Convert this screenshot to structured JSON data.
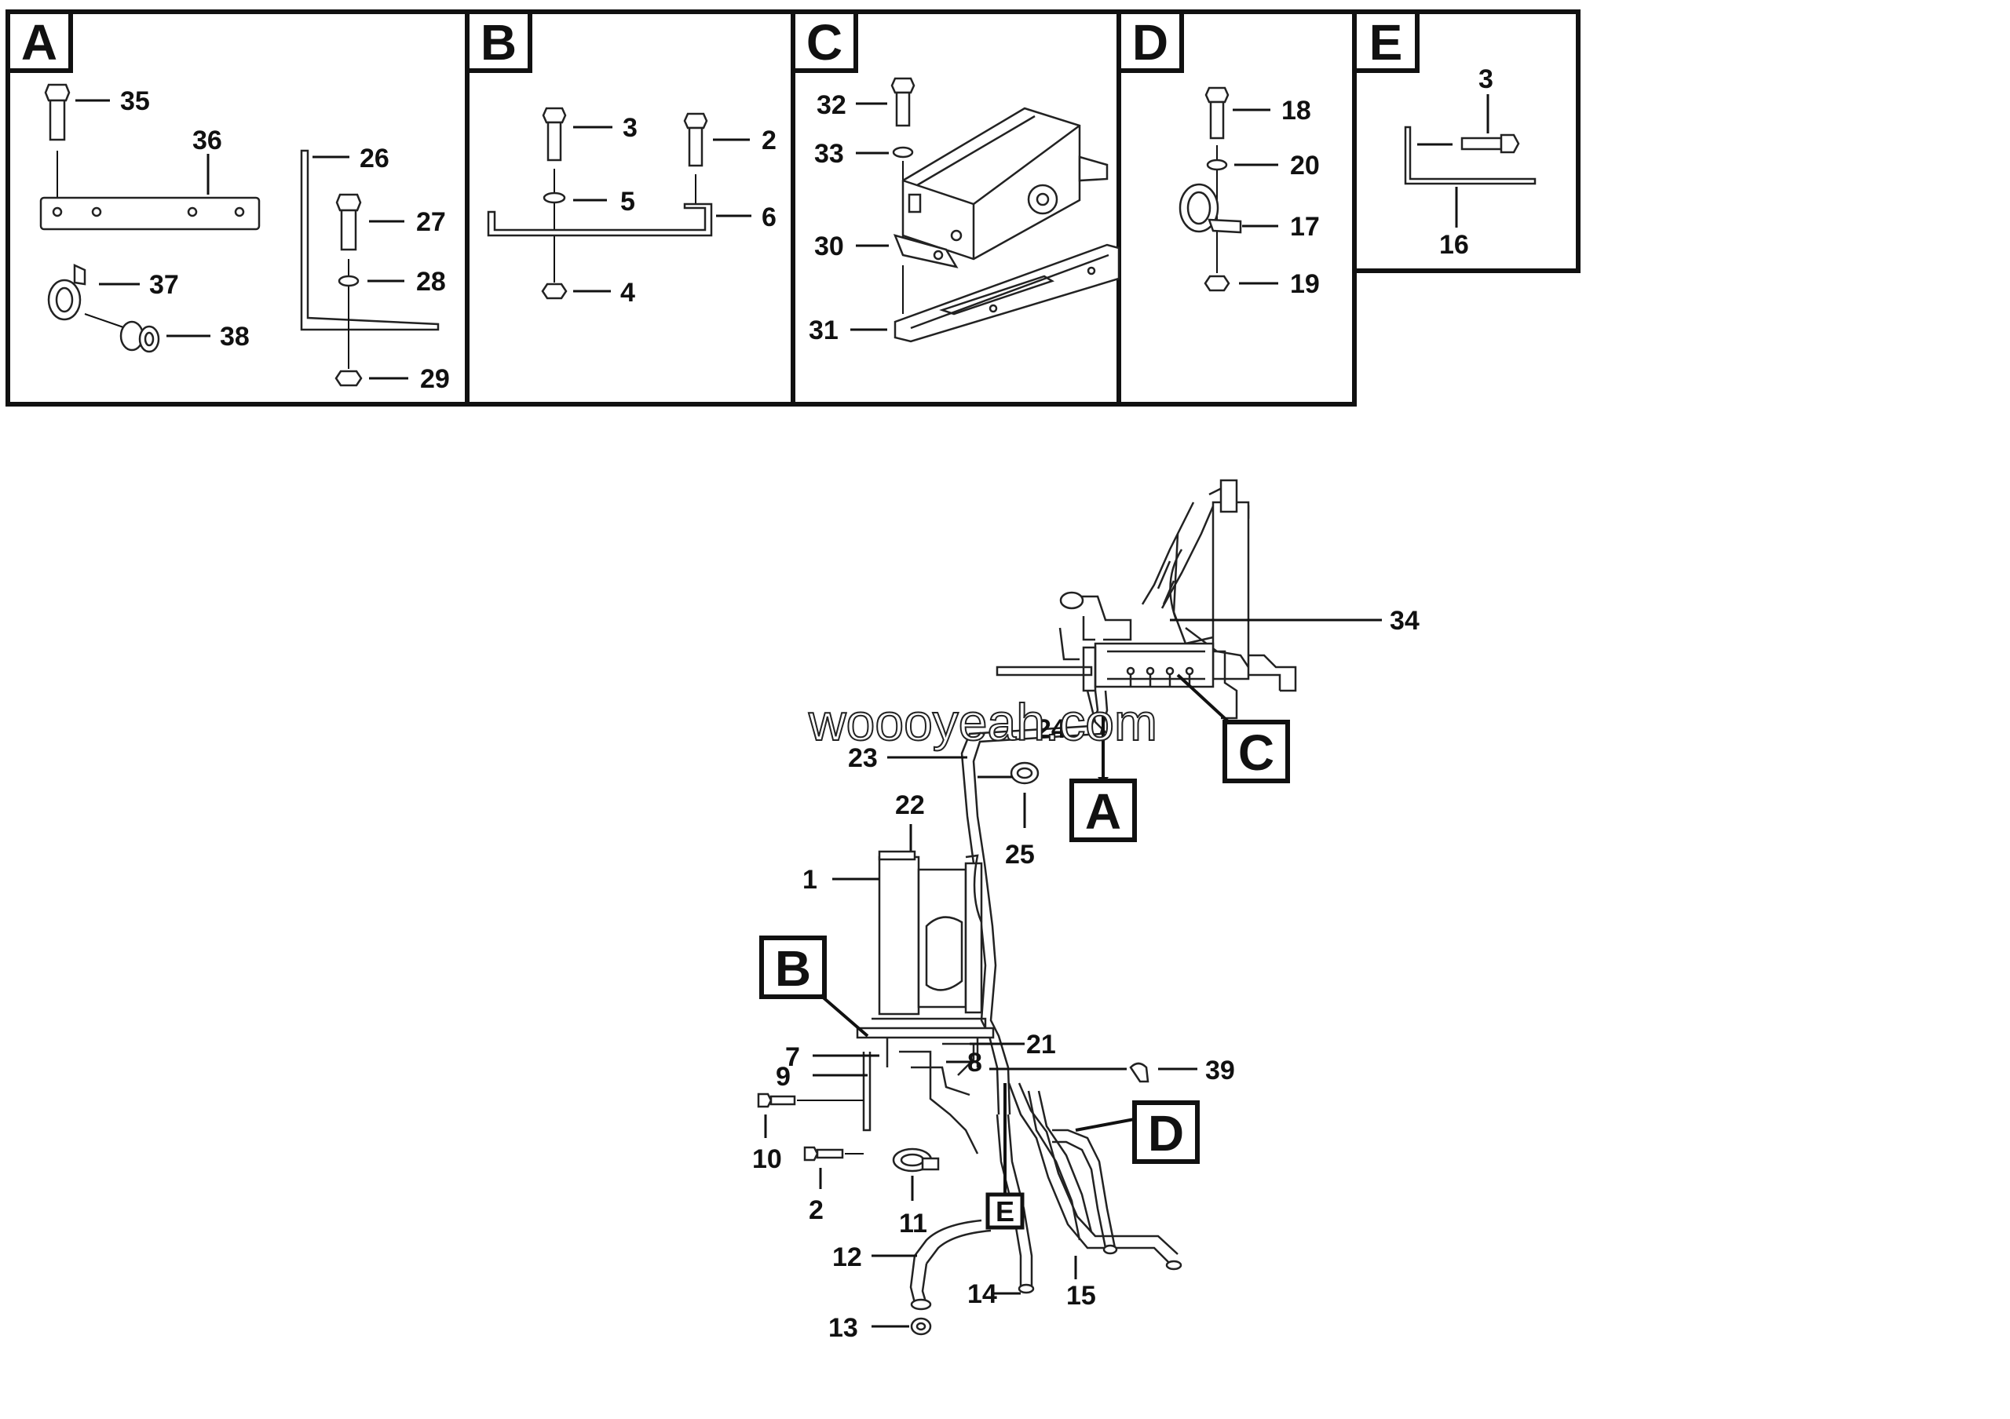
{
  "panels": [
    {
      "id": "A",
      "label": "A"
    },
    {
      "id": "B",
      "label": "B"
    },
    {
      "id": "C",
      "label": "C"
    },
    {
      "id": "D",
      "label": "D"
    },
    {
      "id": "E",
      "label": "E"
    }
  ],
  "watermark": "woooyeah.com",
  "detail_A": {
    "items": [
      "35",
      "36",
      "26",
      "27",
      "28",
      "37",
      "38",
      "29"
    ],
    "parts": [
      "bolt",
      "flat-bar",
      "angle-bracket",
      "bolt",
      "washer",
      "p-clamp",
      "grommet",
      "nut"
    ]
  },
  "detail_B": {
    "items": [
      "3",
      "2",
      "5",
      "6",
      "4"
    ],
    "parts": [
      "bolt",
      "bolt",
      "washer",
      "bent-bracket",
      "nut"
    ]
  },
  "detail_C": {
    "items": [
      "32",
      "33",
      "30",
      "31"
    ],
    "parts": [
      "bolt",
      "washer",
      "tank",
      "mounting-bracket"
    ]
  },
  "detail_D": {
    "items": [
      "18",
      "20",
      "17",
      "19"
    ],
    "parts": [
      "bolt",
      "washer",
      "p-clamp",
      "nut"
    ]
  },
  "detail_E": {
    "items": [
      "3",
      "16"
    ],
    "parts": [
      "bolt",
      "angle-bracket"
    ]
  },
  "main_assembly": {
    "items": [
      "34",
      "24",
      "23",
      "25",
      "22",
      "1",
      "7",
      "9",
      "8",
      "21",
      "39",
      "10",
      "2",
      "11",
      "12",
      "13",
      "14",
      "15"
    ],
    "callouts": [
      "A",
      "B",
      "C",
      "D",
      "E"
    ]
  }
}
